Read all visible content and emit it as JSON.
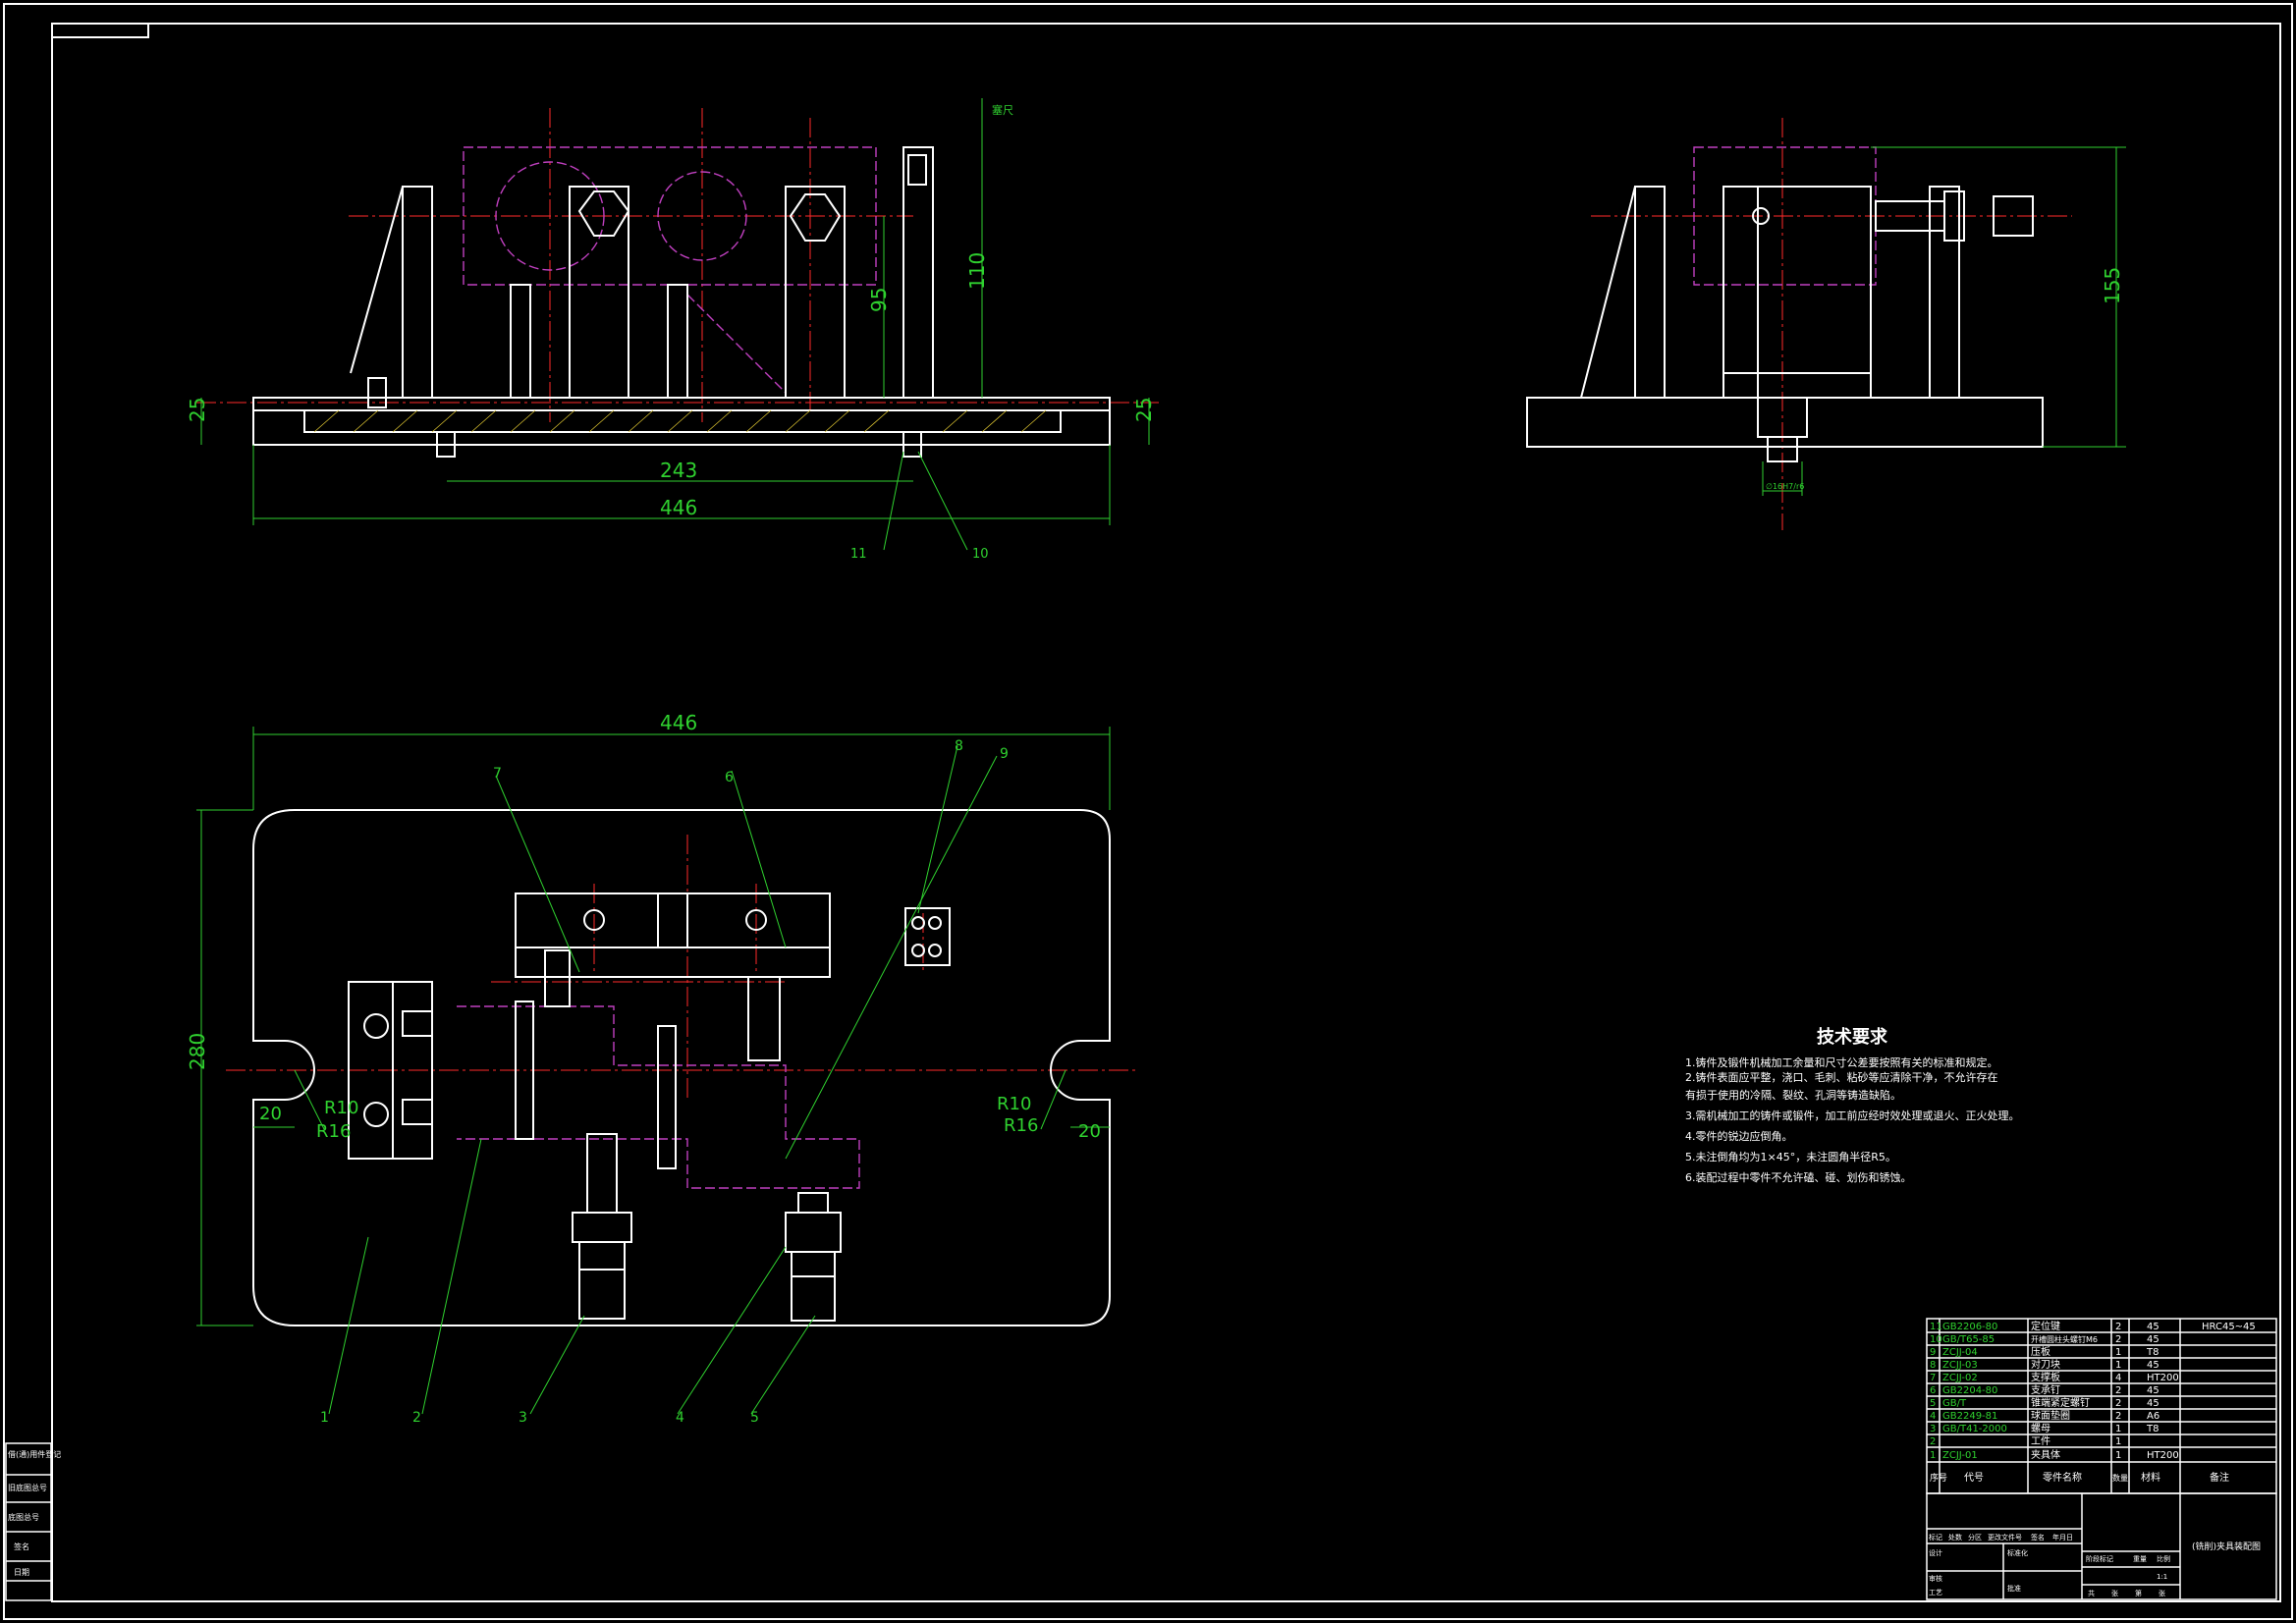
{
  "colors": {
    "background": "#000000",
    "outline": "#ffffff",
    "dimension": "#2fd12f",
    "centerline": "#ff2a2a",
    "phantom": "#c040c0",
    "hatch": "#d8c030",
    "cyan": "#00c8c8"
  },
  "front_view": {
    "dim_25_left": "25",
    "dim_25_right": "25",
    "dim_95": "95",
    "dim_110": "110",
    "dim_243": "243",
    "dim_446": "446",
    "note_top": "塞尺",
    "callout_11": "11",
    "callout_10": "10"
  },
  "side_view": {
    "dim_155": "155",
    "fit_note": "∅16H7/r6"
  },
  "top_view": {
    "dim_446": "446",
    "dim_280": "280",
    "dim_20_left": "20",
    "dim_20_right": "20",
    "r10_left": "R10",
    "r16_left": "R16",
    "r10_right": "R10",
    "r16_right": "R16",
    "callouts": [
      "1",
      "2",
      "3",
      "4",
      "5",
      "6",
      "7",
      "8",
      "9"
    ]
  },
  "tech_requirements": {
    "title": "技术要求",
    "lines": [
      "1.铸件及锻件机械加工余量和尺寸公差要按照有关的标准和规定。",
      "2.铸件表面应平整，浇口、毛刺、粘砂等应清除干净，不允许存在",
      "  有损于使用的冷隔、裂纹、孔洞等铸造缺陷。",
      "3.需机械加工的铸件或锻件，加工前应经时效处理或退火、正火处理。",
      "4.零件的锐边应倒角。",
      "5.未注倒角均为1×45°，未注圆角半径R5。",
      "6.装配过程中零件不允许磕、碰、划伤和锈蚀。"
    ]
  },
  "bom": {
    "rows": [
      {
        "no": "11",
        "code": "GB2206-80",
        "name": "定位键",
        "qty": "2",
        "material": "45",
        "note": "HRC45~45"
      },
      {
        "no": "10",
        "code": "GB/T65-85",
        "name": "开槽圆柱头螺钉M6",
        "qty": "2",
        "material": "45",
        "note": ""
      },
      {
        "no": "9",
        "code": "ZCJJ-04",
        "name": "压板",
        "qty": "1",
        "material": "T8",
        "note": ""
      },
      {
        "no": "8",
        "code": "ZCJJ-03",
        "name": "对刀块",
        "qty": "1",
        "material": "45",
        "note": ""
      },
      {
        "no": "7",
        "code": "ZCJJ-02",
        "name": "支撑板",
        "qty": "4",
        "material": "HT200",
        "note": ""
      },
      {
        "no": "6",
        "code": "GB2204-80",
        "name": "支承钉",
        "qty": "2",
        "material": "45",
        "note": ""
      },
      {
        "no": "5",
        "code": "GB/T",
        "name": "锥端紧定螺钉",
        "qty": "2",
        "material": "45",
        "note": ""
      },
      {
        "no": "4",
        "code": "GB2249-81",
        "name": "球面垫圈",
        "qty": "2",
        "material": "A6",
        "note": ""
      },
      {
        "no": "3",
        "code": "GB/T41-2000",
        "name": "螺母",
        "qty": "1",
        "material": "T8",
        "note": ""
      },
      {
        "no": "2",
        "code": "",
        "name": "工件",
        "qty": "1",
        "material": "",
        "note": ""
      },
      {
        "no": "1",
        "code": "ZCJJ-01",
        "name": "夹具体",
        "qty": "1",
        "material": "HT200",
        "note": ""
      }
    ],
    "header": {
      "no": "序号",
      "code": "代号",
      "name": "零件名称",
      "qty": "数量",
      "material": "材料",
      "note": "备注"
    }
  },
  "title_block": {
    "drawing_title": "(铣削)夹具装配图",
    "scale": "1:1",
    "row_labels": [
      "标记",
      "处数",
      "分区",
      "更改文件号",
      "签名",
      "年月日"
    ],
    "left_labels": [
      "设计",
      "审核",
      "工艺"
    ],
    "mid_labels": [
      "标准化",
      "批准"
    ],
    "stage_labels": [
      "阶段标记",
      "重量",
      "比例"
    ],
    "sheet_labels": [
      "共",
      "张",
      "第",
      "张"
    ]
  },
  "left_strip": {
    "labels": [
      "借(通)用件登记",
      "旧底图总号",
      "底图总号",
      "签名",
      "日期"
    ]
  }
}
